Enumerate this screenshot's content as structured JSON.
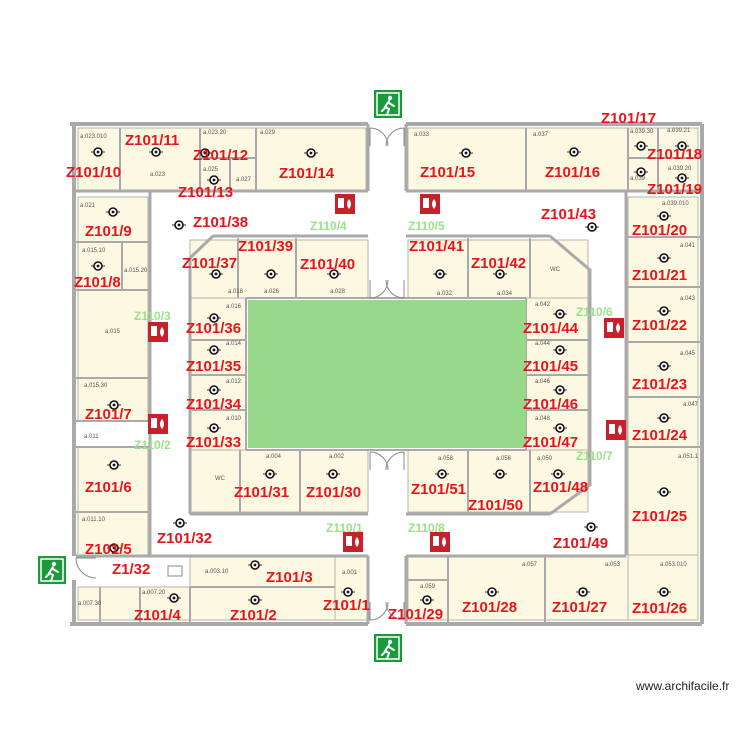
{
  "colors": {
    "room_fill": "#fdf8e1",
    "wall": "#a9a9a9",
    "courtyard": "#98d88a",
    "zone_label": "#e8141c",
    "green_label": "#9be08a",
    "exit_green": "#1b9a3c",
    "fire_red": "#c8202b"
  },
  "icons": {
    "exit": "emergency-exit-icon",
    "fire": "fire-alarm-icon",
    "sensor": "detector-icon"
  },
  "zones": [
    {
      "id": "z10",
      "text": "Z101/10"
    },
    {
      "id": "z11",
      "text": "Z101/11"
    },
    {
      "id": "z12",
      "text": "Z101/12"
    },
    {
      "id": "z13",
      "text": "Z101/13"
    },
    {
      "id": "z14",
      "text": "Z101/14"
    },
    {
      "id": "z15",
      "text": "Z101/15"
    },
    {
      "id": "z16",
      "text": "Z101/16"
    },
    {
      "id": "z17",
      "text": "Z101/17"
    },
    {
      "id": "z18",
      "text": "Z101/18"
    },
    {
      "id": "z19",
      "text": "Z101/19"
    },
    {
      "id": "z20",
      "text": "Z101/20"
    },
    {
      "id": "z21",
      "text": "Z101/21"
    },
    {
      "id": "z22",
      "text": "Z101/22"
    },
    {
      "id": "z23",
      "text": "Z101/23"
    },
    {
      "id": "z24",
      "text": "Z101/24"
    },
    {
      "id": "z25",
      "text": "Z101/25"
    },
    {
      "id": "z26",
      "text": "Z101/26"
    },
    {
      "id": "z27",
      "text": "Z101/27"
    },
    {
      "id": "z28",
      "text": "Z101/28"
    },
    {
      "id": "z29",
      "text": "Z101/29"
    },
    {
      "id": "z1",
      "text": "Z101/1"
    },
    {
      "id": "z2",
      "text": "Z101/2"
    },
    {
      "id": "z3",
      "text": "Z101/3"
    },
    {
      "id": "z4",
      "text": "Z101/4"
    },
    {
      "id": "z1_32",
      "text": "Z1/32"
    },
    {
      "id": "z5",
      "text": "Z101/5"
    },
    {
      "id": "z6",
      "text": "Z101/6"
    },
    {
      "id": "z7",
      "text": "Z101/7"
    },
    {
      "id": "z8",
      "text": "Z101/8"
    },
    {
      "id": "z9",
      "text": "Z101/9"
    },
    {
      "id": "z32",
      "text": "Z101/32"
    },
    {
      "id": "z33",
      "text": "Z101/33"
    },
    {
      "id": "z34",
      "text": "Z101/34"
    },
    {
      "id": "z35",
      "text": "Z101/35"
    },
    {
      "id": "z36",
      "text": "Z101/36"
    },
    {
      "id": "z37",
      "text": "Z101/37"
    },
    {
      "id": "z38",
      "text": "Z101/38"
    },
    {
      "id": "z39",
      "text": "Z101/39"
    },
    {
      "id": "z40",
      "text": "Z101/40"
    },
    {
      "id": "z41",
      "text": "Z101/41"
    },
    {
      "id": "z42",
      "text": "Z101/42"
    },
    {
      "id": "z43",
      "text": "Z101/43"
    },
    {
      "id": "z44",
      "text": "Z101/44"
    },
    {
      "id": "z45",
      "text": "Z101/45"
    },
    {
      "id": "z46",
      "text": "Z101/46"
    },
    {
      "id": "z47",
      "text": "Z101/47"
    },
    {
      "id": "z48",
      "text": "Z101/48"
    },
    {
      "id": "z49",
      "text": "Z101/49"
    },
    {
      "id": "z50",
      "text": "Z101/50"
    },
    {
      "id": "z51",
      "text": "Z101/51"
    },
    {
      "id": "z30",
      "text": "Z101/30"
    },
    {
      "id": "z31",
      "text": "Z101/31"
    }
  ],
  "green_zones": [
    {
      "id": "g1",
      "text": "Z110/1"
    },
    {
      "id": "g2",
      "text": "Z110/2"
    },
    {
      "id": "g3",
      "text": "Z110/3"
    },
    {
      "id": "g4",
      "text": "Z110/4"
    },
    {
      "id": "g5",
      "text": "Z110/5"
    },
    {
      "id": "g6",
      "text": "Z110/6"
    },
    {
      "id": "g7",
      "text": "Z110/7"
    },
    {
      "id": "g8",
      "text": "Z110/8"
    }
  ],
  "rooms": [
    {
      "id": "a023010",
      "text": "a.023.010"
    },
    {
      "id": "a023",
      "text": "a.023"
    },
    {
      "id": "a02320",
      "text": "a.023.20"
    },
    {
      "id": "a025",
      "text": "a.025"
    },
    {
      "id": "a027",
      "text": "a.027"
    },
    {
      "id": "a029",
      "text": "a.029"
    },
    {
      "id": "a033",
      "text": "a.033"
    },
    {
      "id": "a037",
      "text": "a.037"
    },
    {
      "id": "a03930",
      "text": "a.039.30"
    },
    {
      "id": "a03921",
      "text": "a.039.21"
    },
    {
      "id": "a039",
      "text": "a.039"
    },
    {
      "id": "a03920",
      "text": "a.039.20"
    },
    {
      "id": "a039010",
      "text": "a.039.010"
    },
    {
      "id": "a041",
      "text": "a.041"
    },
    {
      "id": "a043",
      "text": "a.043"
    },
    {
      "id": "a045",
      "text": "a.045"
    },
    {
      "id": "a047",
      "text": "a.047"
    },
    {
      "id": "a0511",
      "text": "a.051.1"
    },
    {
      "id": "a053010",
      "text": "a.053.010"
    },
    {
      "id": "a053",
      "text": "a.053"
    },
    {
      "id": "a057",
      "text": "a.057"
    },
    {
      "id": "a059",
      "text": "a.059"
    },
    {
      "id": "a001",
      "text": "a.001"
    },
    {
      "id": "a00310",
      "text": "a.003.10"
    },
    {
      "id": "a00720",
      "text": "a.007.20"
    },
    {
      "id": "a00730",
      "text": "a.007.30"
    },
    {
      "id": "a01110",
      "text": "a.011.10"
    },
    {
      "id": "a011",
      "text": "a.011"
    },
    {
      "id": "a01530",
      "text": "a.015.30"
    },
    {
      "id": "a015",
      "text": "a.015"
    },
    {
      "id": "a01510",
      "text": "a.015.10"
    },
    {
      "id": "a01520",
      "text": "a.015.20"
    },
    {
      "id": "a021",
      "text": "a.021"
    },
    {
      "id": "a018",
      "text": "a.018"
    },
    {
      "id": "a026",
      "text": "a.026"
    },
    {
      "id": "a028",
      "text": "a.028"
    },
    {
      "id": "a032",
      "text": "a.032"
    },
    {
      "id": "a034",
      "text": "a.034"
    },
    {
      "id": "a016",
      "text": "a.016"
    },
    {
      "id": "a014",
      "text": "a.014"
    },
    {
      "id": "a012",
      "text": "a.012"
    },
    {
      "id": "a010",
      "text": "a.010"
    },
    {
      "id": "a004",
      "text": "a.004"
    },
    {
      "id": "a002",
      "text": "a.002"
    },
    {
      "id": "a058",
      "text": "a.058"
    },
    {
      "id": "a056",
      "text": "a.056"
    },
    {
      "id": "a050",
      "text": "a.050"
    },
    {
      "id": "a042",
      "text": "a.042"
    },
    {
      "id": "a044",
      "text": "a.044"
    },
    {
      "id": "a046",
      "text": "a.046"
    },
    {
      "id": "a048",
      "text": "a.048"
    },
    {
      "id": "wc1",
      "text": "WC"
    },
    {
      "id": "wc2",
      "text": "WC"
    }
  ],
  "watermark": "www.archifacile.fr"
}
